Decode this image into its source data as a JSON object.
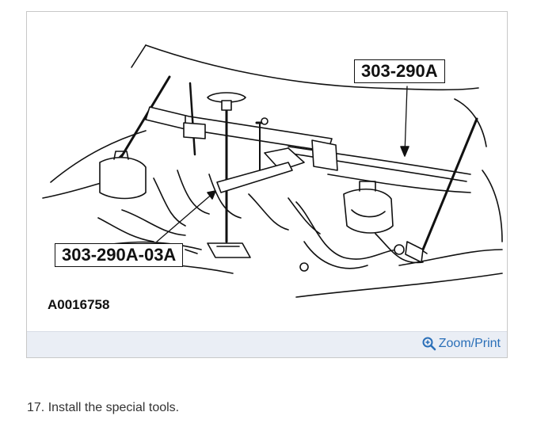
{
  "figure": {
    "callout_top": "303-290A",
    "callout_bottom": "303-290A-03A",
    "figure_id": "A0016758"
  },
  "footer": {
    "zoom_label": "Zoom/Print",
    "zoom_icon": "zoom-in-icon",
    "link_color": "#2a6fb8"
  },
  "caption": "17. Install the special tools."
}
